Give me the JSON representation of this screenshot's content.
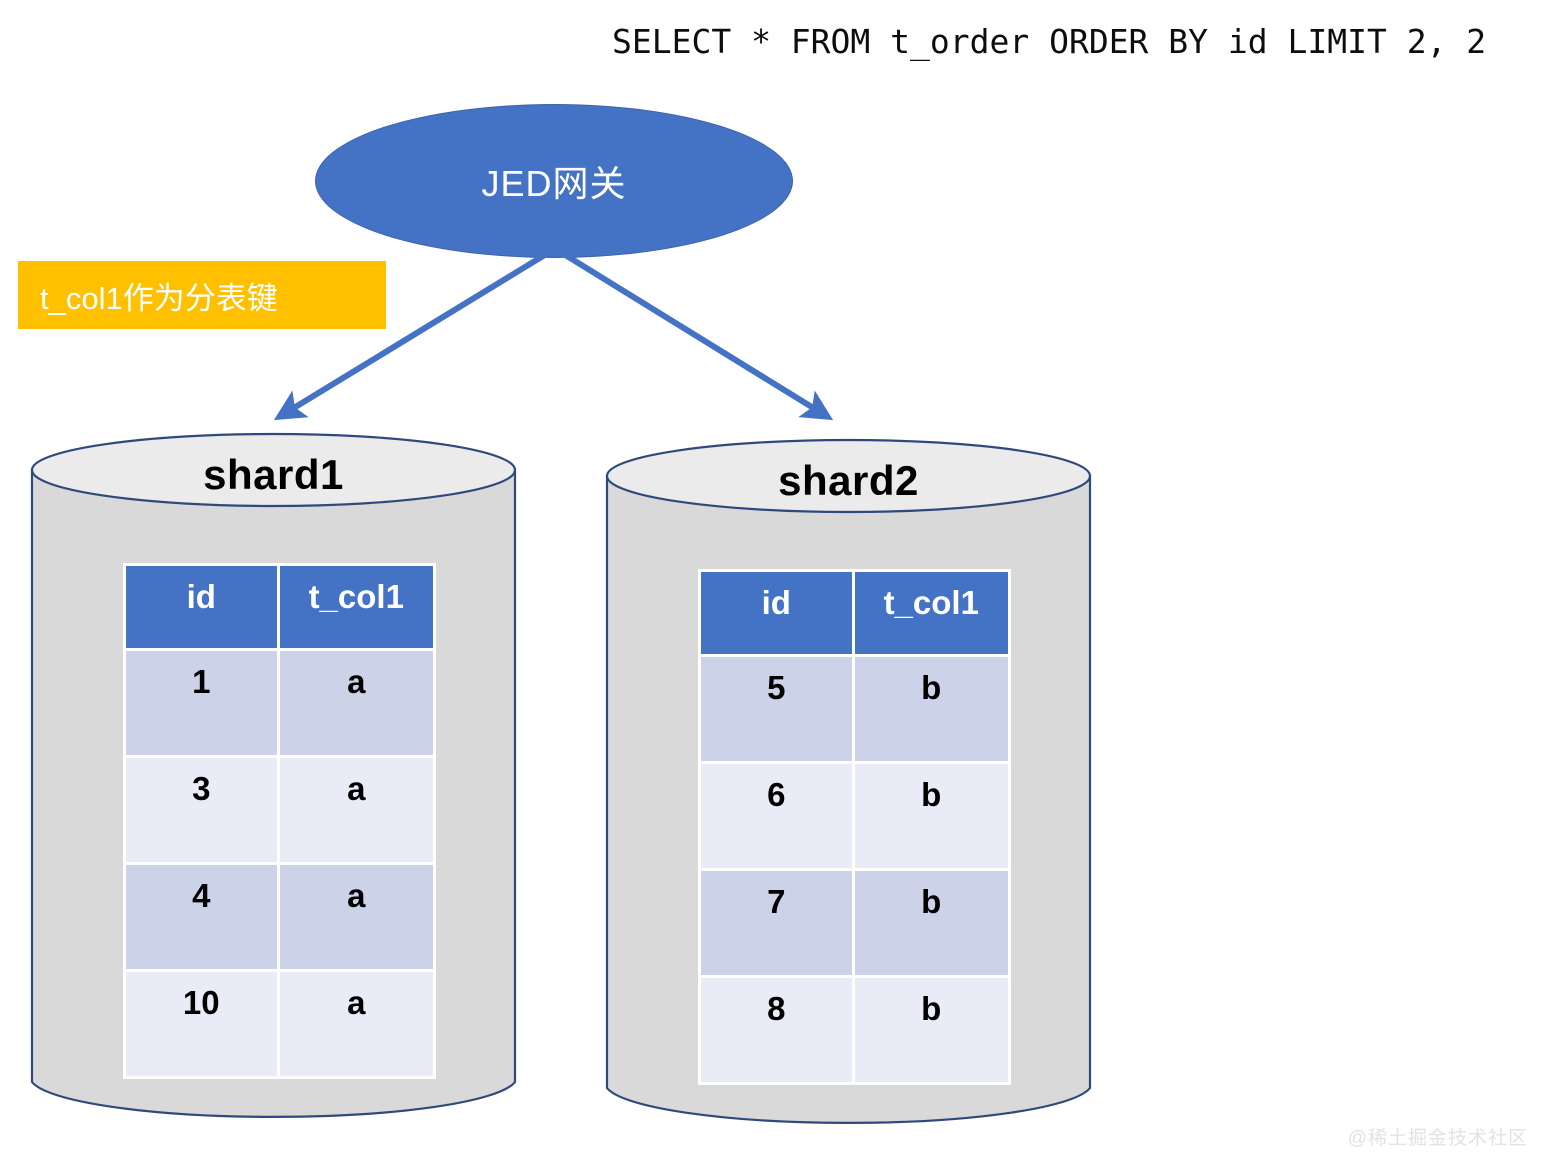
{
  "query": {
    "sql": "SELECT * FROM t_order ORDER BY id LIMIT 2, 2"
  },
  "gateway": {
    "label": "JED网关",
    "fill_color": "#4472C4",
    "text_color": "#FFFFFF"
  },
  "sharding_key_note": {
    "label": "t_col1作为分表键",
    "fill_color": "#FFC000",
    "text_color": "#FFFFFF"
  },
  "arrows": {
    "left_arrow_name": "arrow-gateway-to-shard1",
    "right_arrow_name": "arrow-gateway-to-shard2",
    "color": "#4472C4"
  },
  "shards": [
    {
      "name": "shard1",
      "title": "shard1",
      "columns": [
        "id",
        "t_col1"
      ],
      "rows": [
        [
          "1",
          "a"
        ],
        [
          "3",
          "a"
        ],
        [
          "4",
          "a"
        ],
        [
          "10",
          "a"
        ]
      ]
    },
    {
      "name": "shard2",
      "title": "shard2",
      "columns": [
        "id",
        "t_col1"
      ],
      "rows": [
        [
          "5",
          "b"
        ],
        [
          "6",
          "b"
        ],
        [
          "7",
          "b"
        ],
        [
          "8",
          "b"
        ]
      ]
    }
  ],
  "palette": {
    "header_blue": "#4472C4",
    "cylinder_body": "#D9D9D9",
    "cylinder_top": "#EBEBEB",
    "cylinder_outline": "#2E4A7D",
    "row_band_dark": "#CCD3E8",
    "row_band_light": "#E9ECF6"
  },
  "watermark": {
    "text": "@稀土掘金技术社区"
  }
}
